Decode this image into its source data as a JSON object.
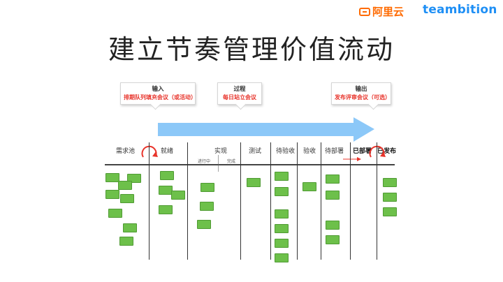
{
  "header": {
    "aliyun_logo": "阿里云",
    "teambition_logo": "teambition",
    "brand_colors": {
      "aliyun": "#ff6a00",
      "teambition": "#1e8ff5"
    }
  },
  "title": "建立节奏管理价值流动",
  "callouts": [
    {
      "title": "输入",
      "subtitle": "排期队列填充会议（或活动）"
    },
    {
      "title": "过程",
      "subtitle": "每日站立会议"
    },
    {
      "title": "输出",
      "subtitle": "发布评审会议（可选）"
    }
  ],
  "columns": [
    "需求池",
    "就绪",
    "实现",
    "测试",
    "待验收",
    "验收",
    "待部署",
    "已部署",
    "已发布"
  ],
  "sub_columns": [
    "进行中",
    "完成"
  ],
  "colors": {
    "card": "#6dc04a",
    "flow_arrow": "#8cc8f8",
    "accent_red": "#e8342b"
  }
}
